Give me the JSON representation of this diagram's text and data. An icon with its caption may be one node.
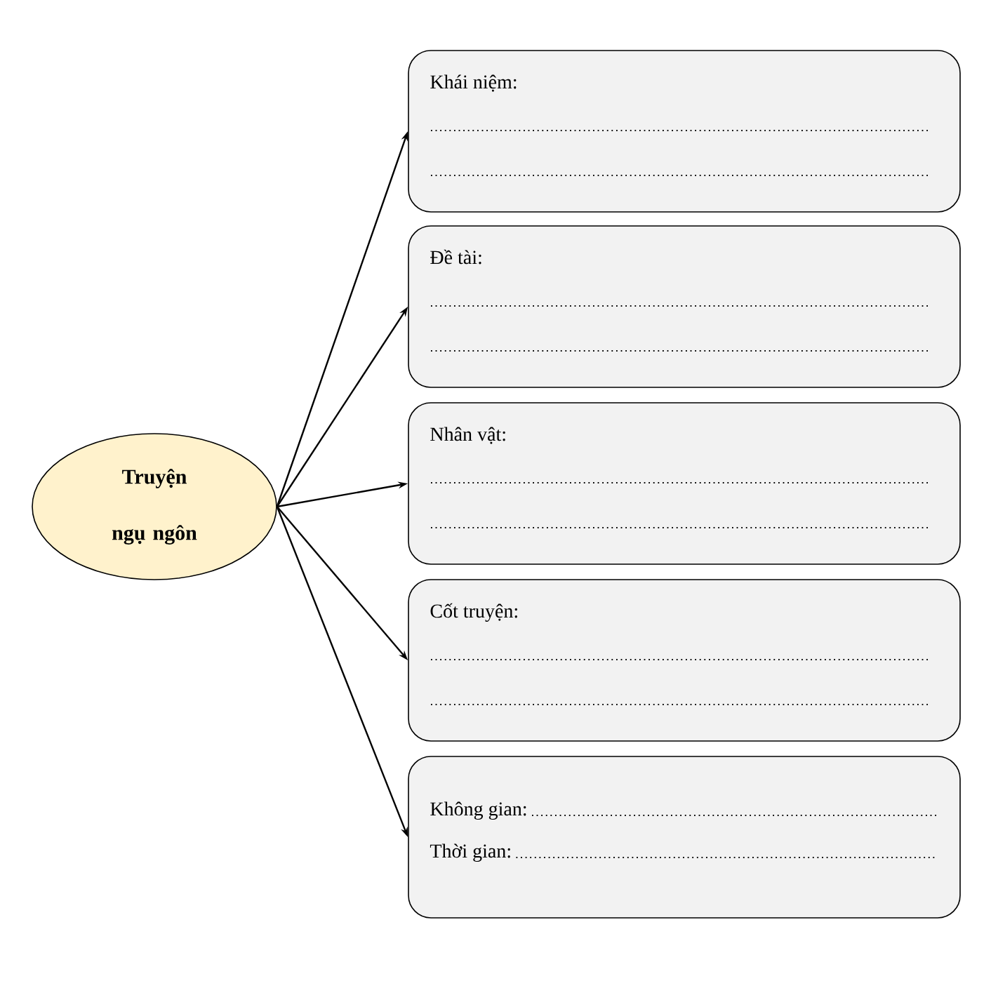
{
  "diagram": {
    "nodes": [
      {
        "text": [
          "Truyện ngụ ngôn"
        ]
      },
      {
        "text": [
          "Khái niệm:"
        ]
      },
      {
        "text": [
          "Đề tài:"
        ]
      },
      {
        "text": [
          "Nhân vật:"
        ]
      },
      {
        "text": [
          "Cốt truyện:"
        ]
      },
      {
        "text": [
          "Không gian:",
          "Thời gian:"
        ]
      }
    ],
    "edges": [
      {
        "from": 0,
        "to": 1,
        "arrow": "to"
      },
      {
        "from": 0,
        "to": 2,
        "arrow": "to"
      },
      {
        "from": 0,
        "to": 3,
        "arrow": "to"
      },
      {
        "from": 0,
        "to": 4,
        "arrow": "to"
      },
      {
        "from": 0,
        "to": 5,
        "arrow": "to"
      }
    ]
  }
}
